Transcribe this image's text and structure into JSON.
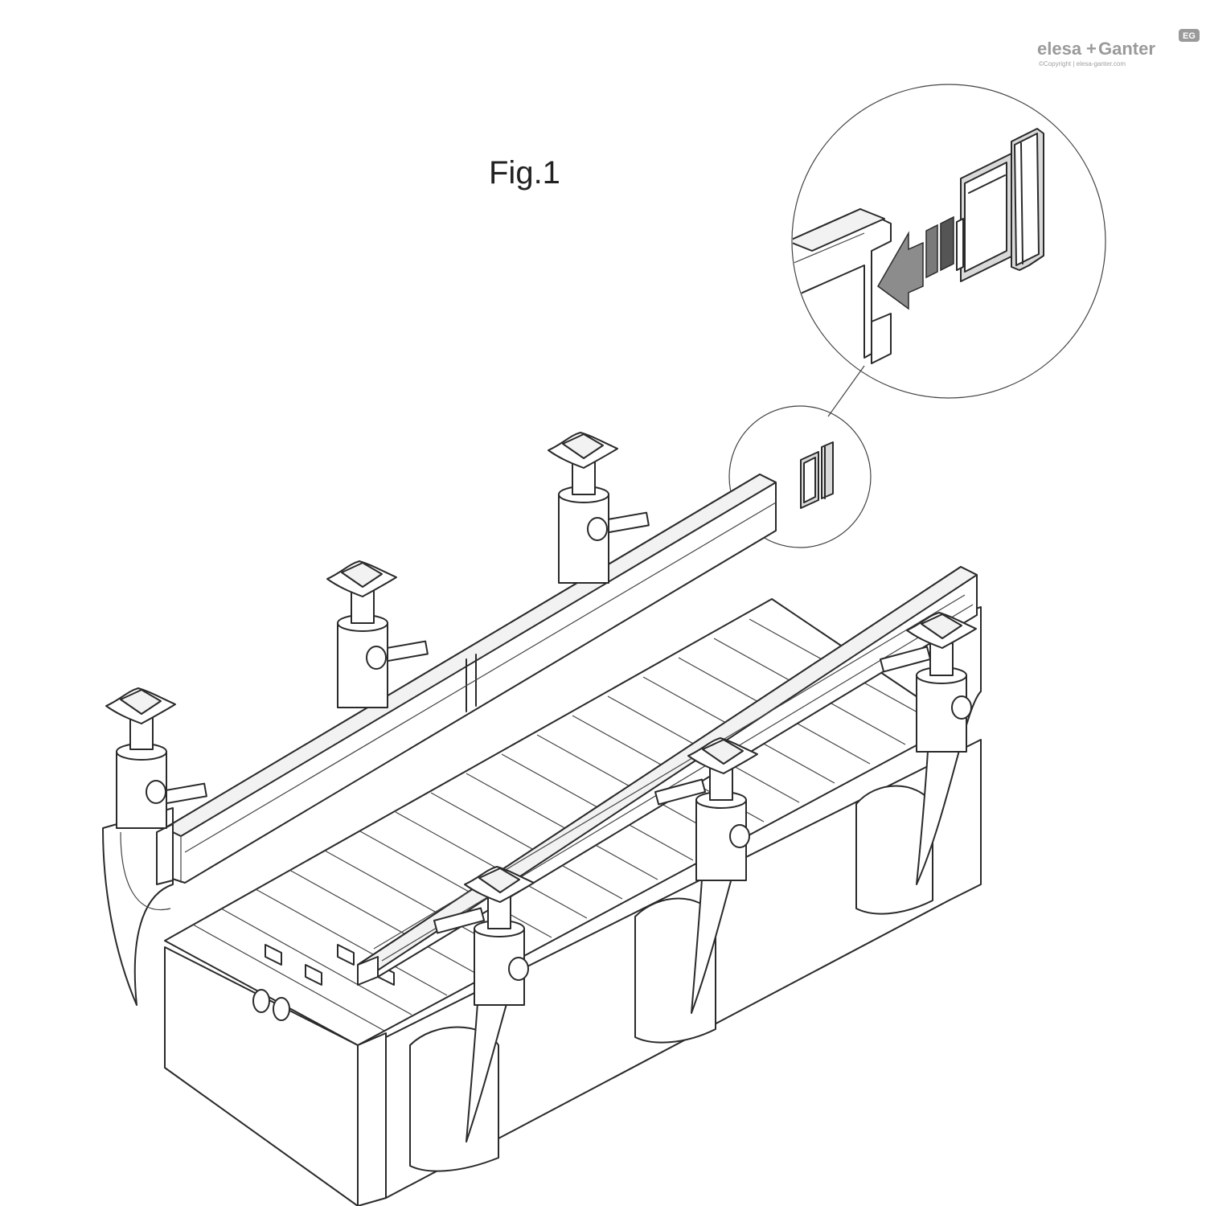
{
  "figure": {
    "label": "Fig.1"
  },
  "brand": {
    "logo_primary": "elesa",
    "logo_plus": "+",
    "logo_secondary": "Ganter",
    "copyright": "©Copyright | elesa-ganter.com",
    "mark": "EG"
  },
  "callouts": [
    {
      "name": "magnified-detail",
      "description_icon": "end-cap-insertion"
    },
    {
      "name": "source-detail",
      "description_icon": "end-cap-small"
    }
  ],
  "colors": {
    "line": "#2a2a2a",
    "arrow": "#888888",
    "brand": "#9a9a9a"
  }
}
